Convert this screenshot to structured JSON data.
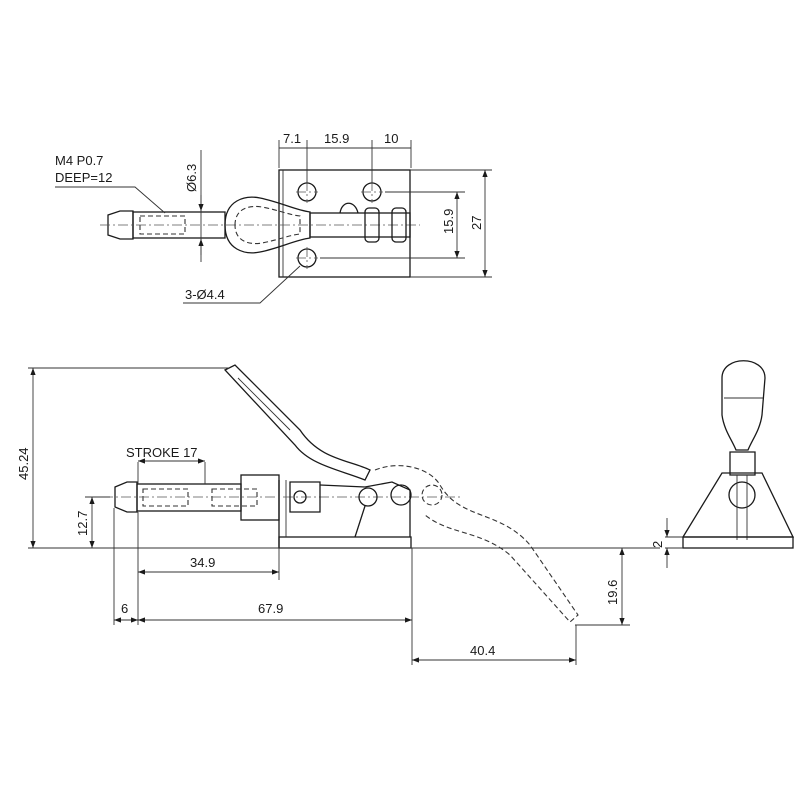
{
  "drawing": {
    "subject": "Push-pull toggle clamp dimension drawing",
    "top_view": {
      "thread_note_line1": "M4 P0.7",
      "thread_note_line2": "DEEP=12",
      "plunger_diameter": "Ø6.3",
      "dim_hole_offset": "7.1",
      "dim_hole_pitch": "15.9",
      "dim_end_offset": "10",
      "dim_hole_vertical_pitch": "15.9",
      "dim_base_width": "27",
      "mounting_holes": "3-Ø4.4"
    },
    "side_view": {
      "overall_height": "45.24",
      "stroke": "STROKE 17",
      "plunger_height": "12.7",
      "dim_plunger_to_base": "34.9",
      "dim_tip_length": "6",
      "dim_plunger_length": "67.9",
      "handle_drop": "19.6",
      "handle_reach": "40.4"
    },
    "end_view": {
      "base_thickness": "2"
    }
  }
}
